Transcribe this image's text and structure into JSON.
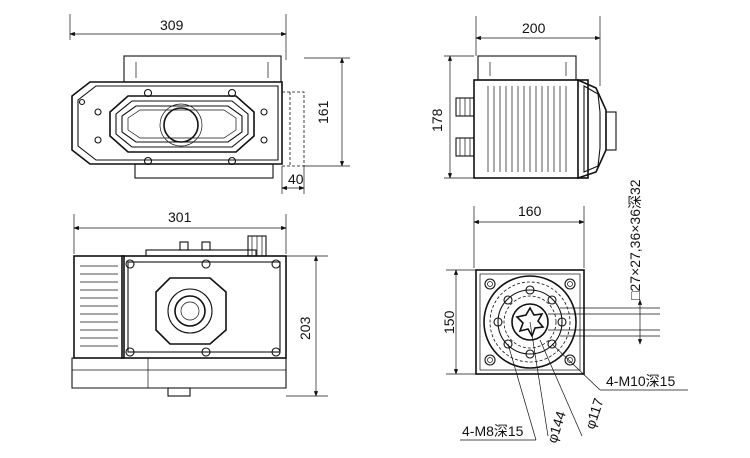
{
  "dimensions": {
    "top_width": "309",
    "top_height": "161",
    "top_offset": "40",
    "side_width": "200",
    "side_height": "178",
    "front_width": "301",
    "front_height": "203",
    "bottom_width": "160",
    "bottom_height": "150",
    "square_spec": "□27×27,36×36深32",
    "thread_m10": "4-M10深15",
    "thread_m8": "4-M8深15",
    "dia_144": "φ144",
    "dia_117": "φ117"
  }
}
